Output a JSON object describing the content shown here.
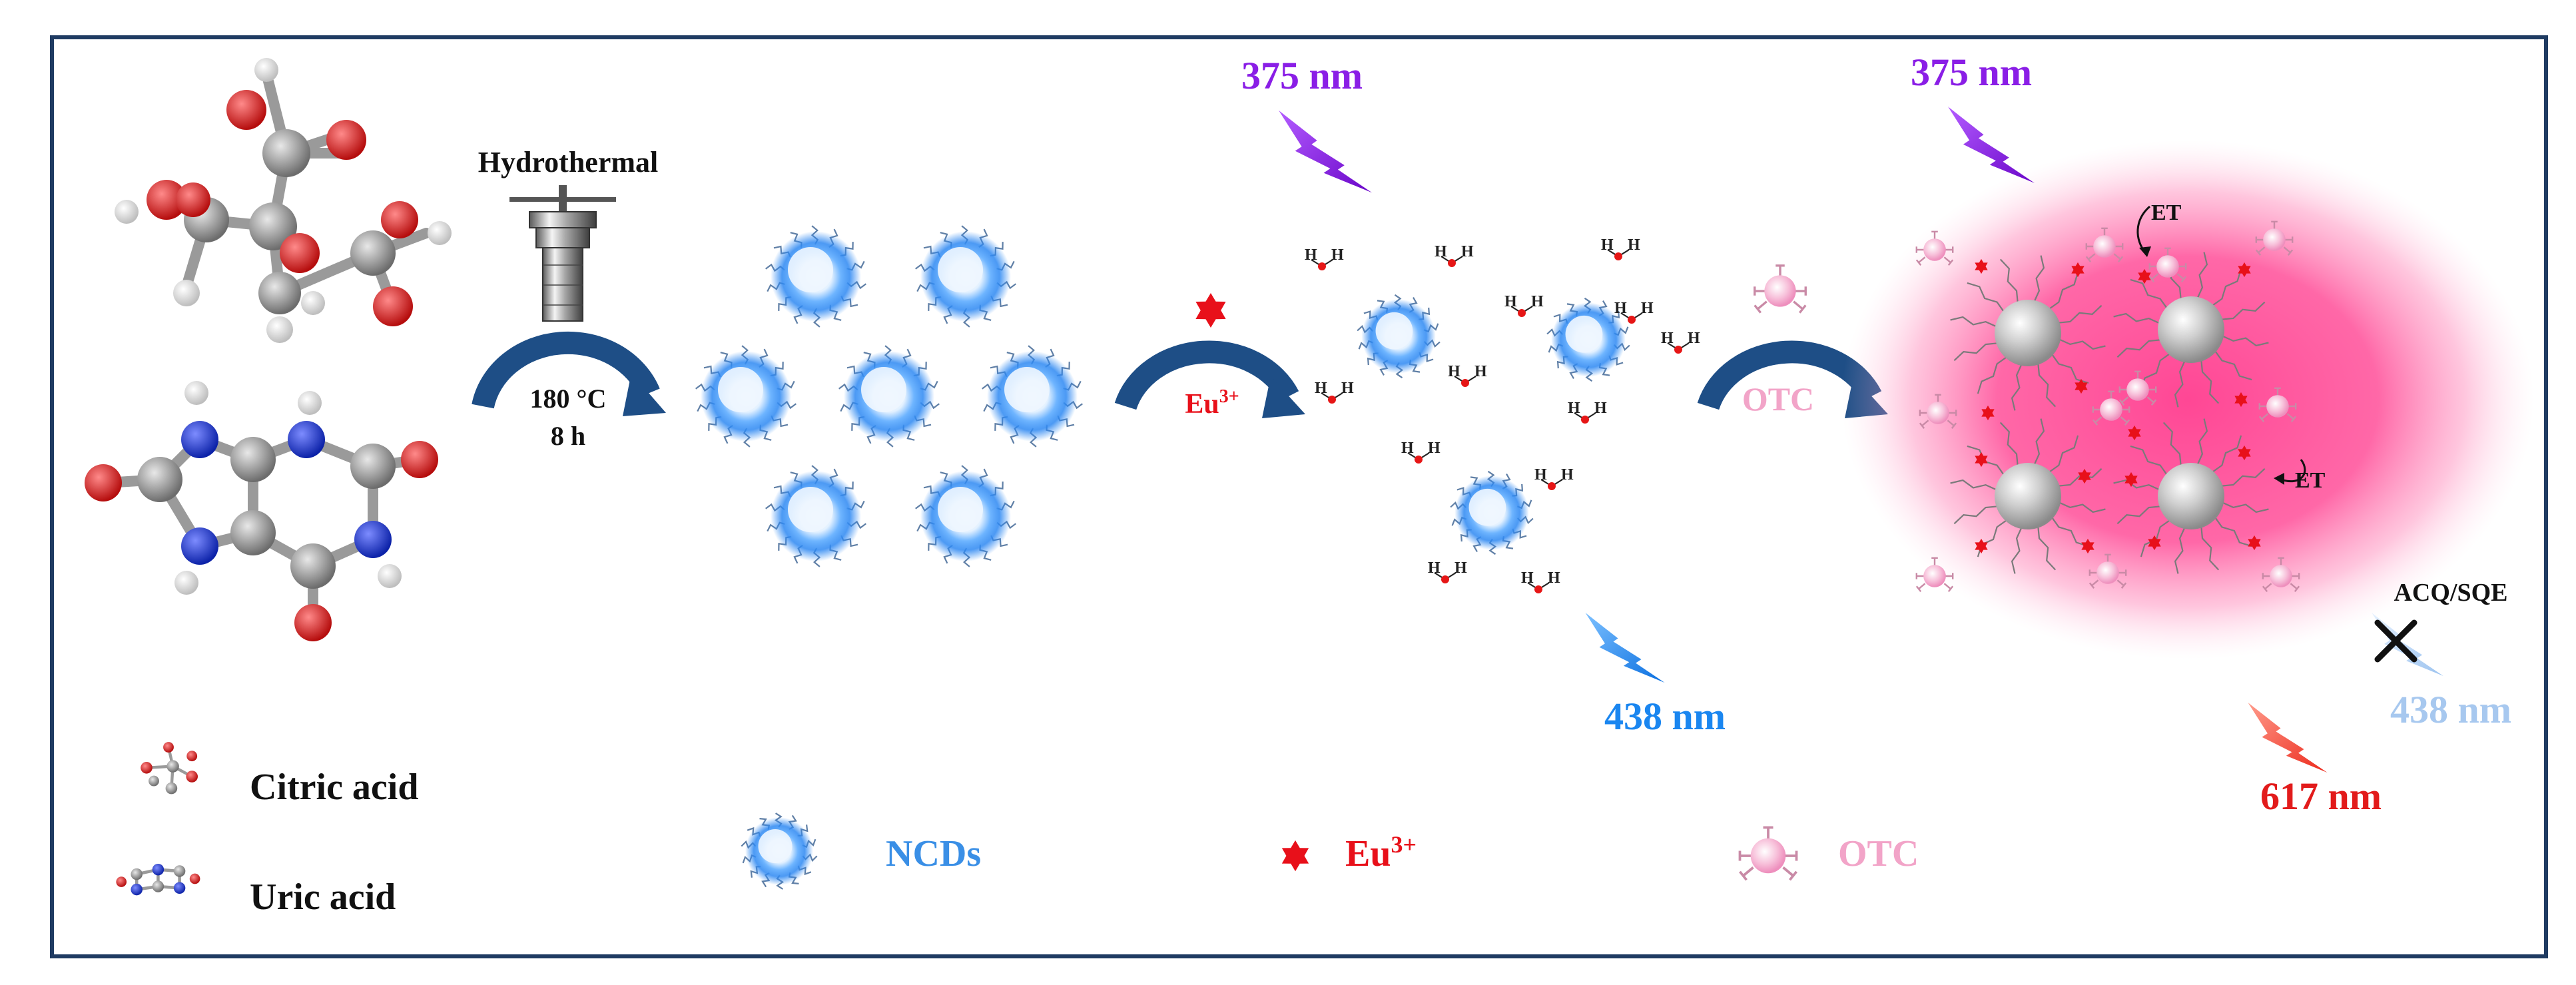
{
  "labels": {
    "hydrothermal": "Hydrothermal",
    "temperature": "180 °C",
    "time": "8 h",
    "eu_label": "Eu",
    "eu_charge": "3+",
    "otc_label": "OTC",
    "excitation_1": "375 nm",
    "excitation_2": "375 nm",
    "emission_blue": "438 nm",
    "emission_blue_quenched": "438 nm",
    "emission_red": "617 nm",
    "et_top": "ET",
    "et_bottom": "ET",
    "acq_sqe": "ACQ/SQE",
    "citric_acid": "Citric acid",
    "uric_acid": "Uric acid"
  },
  "legend": {
    "ncds": "NCDs",
    "eu": "Eu",
    "eu_charge": "3+",
    "otc": "OTC"
  },
  "colors": {
    "frame": "#1f3b62",
    "arrow": "#1e4e86",
    "ncd_glow": "#2f8cf0",
    "ncd_core": "#dfefff",
    "eu_red": "#e8101a",
    "otc_pink": "#f2a4c8",
    "violet": "#8a1ee6",
    "blue_text": "#1a86f0",
    "light_blue": "#a7c8ef",
    "red_text": "#e21b1b",
    "pink_glow": "#ff4b98",
    "carbon": "#8f8f8f",
    "oxygen": "#d91a1a",
    "nitrogen": "#1238d6",
    "hydrogen": "#ededed",
    "legend_blue": "#3a8fe6"
  }
}
